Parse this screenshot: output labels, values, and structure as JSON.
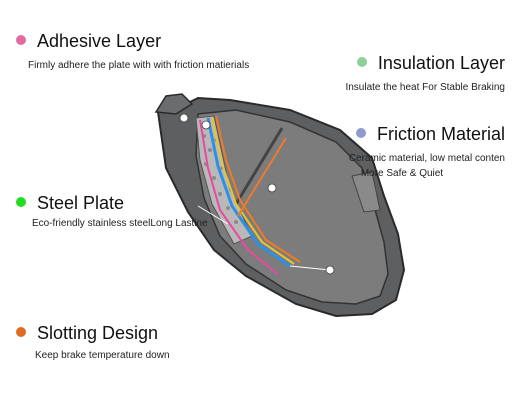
{
  "labels": {
    "adhesive": {
      "title": "Adhesive Layer",
      "desc": "Firmly adhere the plate with with friction matierials",
      "color": "#e06aa0"
    },
    "insulation": {
      "title": "Insulation Layer",
      "desc": "Insulate the heat For Stable Braking",
      "color": "#8fcf9a"
    },
    "friction": {
      "title": "Friction Material",
      "desc_line1": "Ceramic material, low metal conten",
      "desc_line2": "More Safe & Quiet",
      "color": "#8f9bcc"
    },
    "steel": {
      "title": "Steel Plate",
      "desc": "Eco-friendly stainless steelLong Lastine",
      "color": "#22dd22"
    },
    "slotting": {
      "title": "Slotting Design",
      "desc": "Keep brake temperature down",
      "color": "#e06a22"
    }
  },
  "colors": {
    "friction_fill": "#7c7c7c",
    "steel_fill": "#5d5f61",
    "shadow": "#3a3a3a",
    "orange": "#f07a2a",
    "blue": "#2e8fe6",
    "pink": "#e84aa0"
  }
}
